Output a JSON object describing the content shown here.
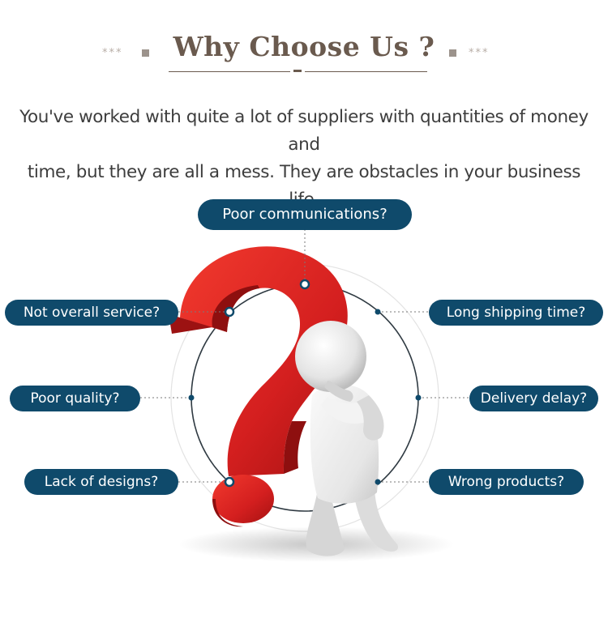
{
  "header": {
    "title": "Why Choose Us ?",
    "ornament_left": "***",
    "ornament_right": "***"
  },
  "intro": {
    "line1": "You've worked with quite a lot of suppliers with quantities of money and",
    "line2": "time, but they are all a mess. They are obstacles in your business life."
  },
  "problems": {
    "top": "Poor communications?",
    "left": [
      "Not overall service?",
      "Poor quality?",
      "Lack of designs?"
    ],
    "right": [
      "Long shipping time?",
      "Delivery delay?",
      "Wrong products?"
    ]
  },
  "colors": {
    "title": "#6a5a4e",
    "pill": "#0f4a6b",
    "question_mark": "#d41f1f",
    "figure": "#e8e8e8",
    "ring": "#2f3a42"
  }
}
